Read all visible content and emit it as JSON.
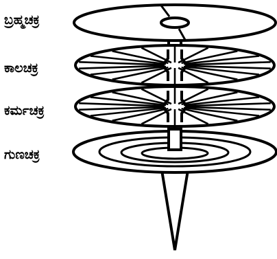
{
  "diagram": {
    "labels": [
      "ಬ್ರಹ್ಮಚಕ್ರ",
      "ಕಾಲಚಕ್ರ",
      "ಕರ್ಮಚಕ್ರ",
      "ಗುಣಚಕ್ರ"
    ],
    "colors": {
      "stroke": "#000000",
      "fill": "#ffffff"
    }
  }
}
